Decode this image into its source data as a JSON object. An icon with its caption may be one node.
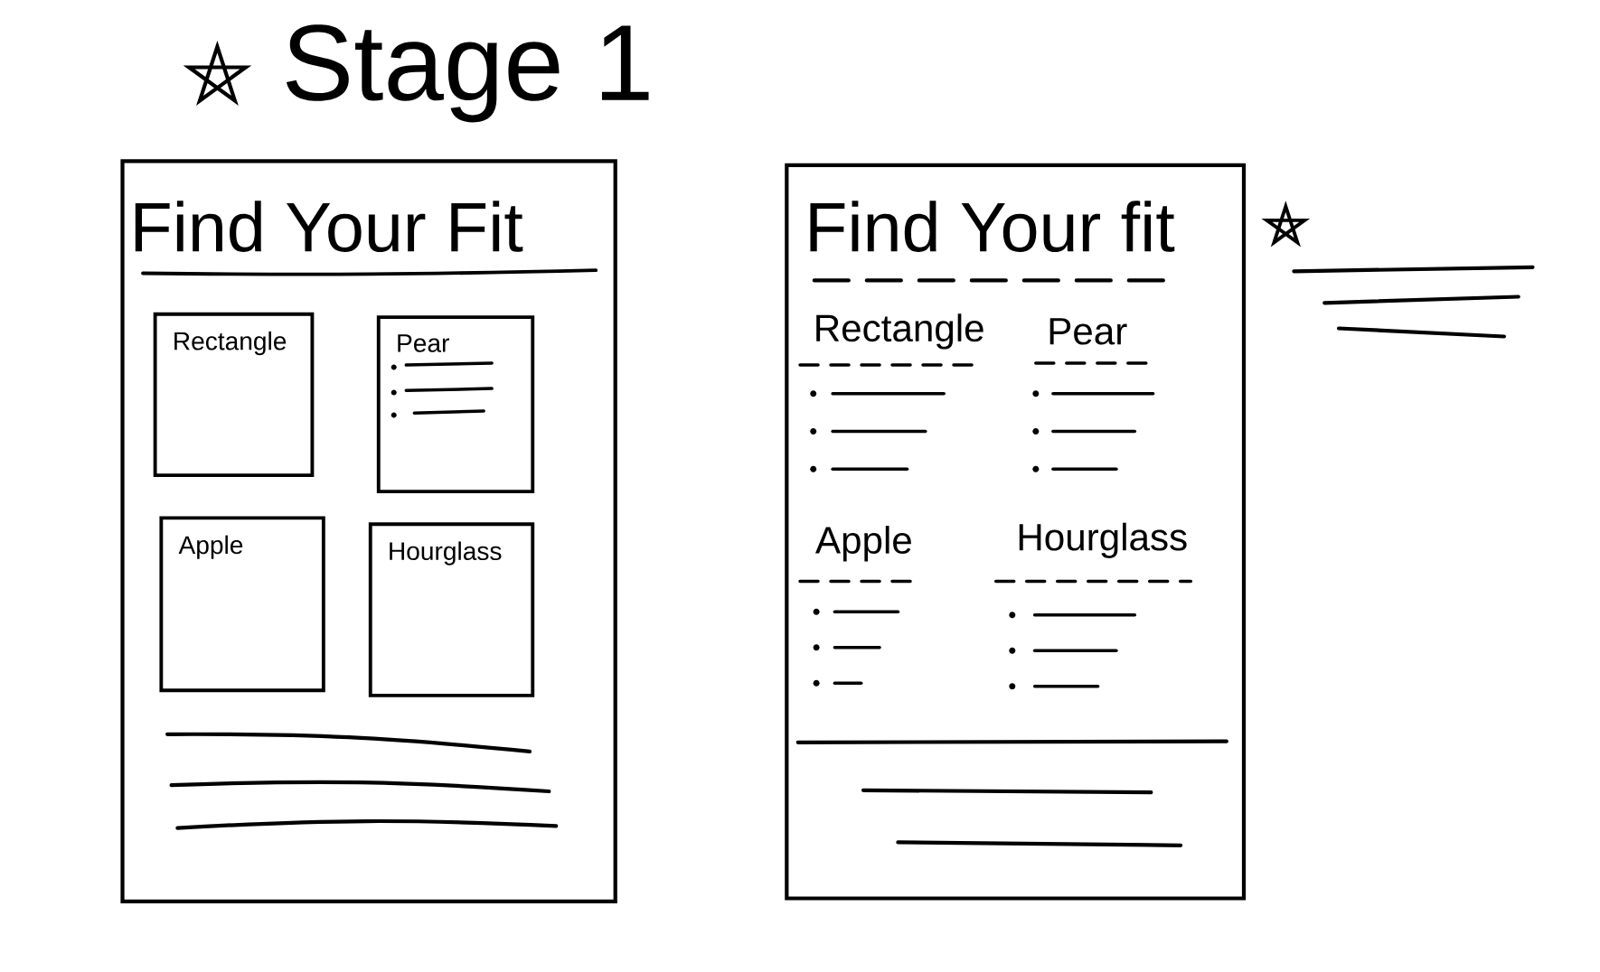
{
  "diagram": {
    "title": "Stage 1",
    "nodes": [
      {
        "text": [
          "Find Your Fit"
        ]
      },
      {
        "text": [
          "Rectangle"
        ],
        "in": 0
      },
      {
        "text": [
          "Pear"
        ],
        "in": 0
      },
      {
        "text": [
          "Apple"
        ],
        "in": 0
      },
      {
        "text": [
          "Hourglass"
        ],
        "in": 0
      },
      {
        "text": [
          "Find Your fit"
        ]
      }
    ],
    "labels": [
      "Rectangle",
      "Pear",
      "Apple",
      "Hourglass"
    ]
  }
}
